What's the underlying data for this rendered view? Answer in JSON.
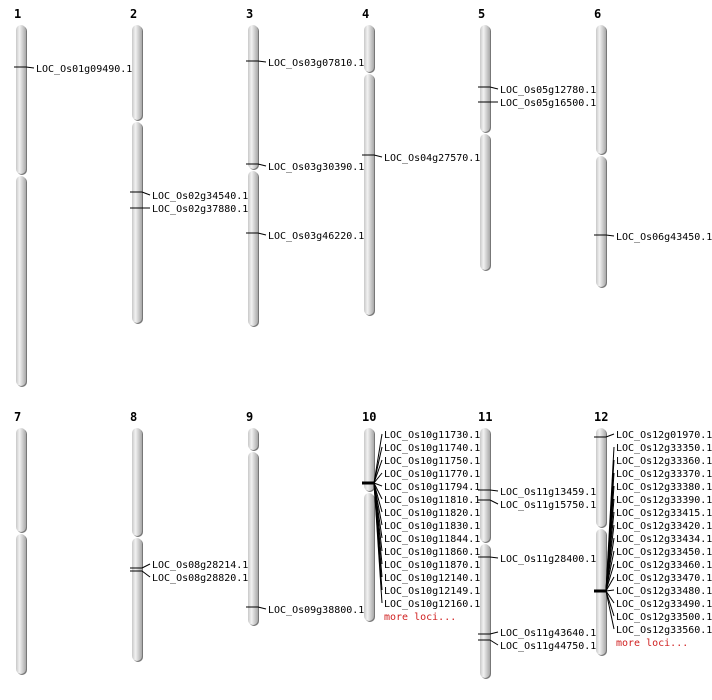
{
  "colors": {
    "chromosome_light": "#f0f0f0",
    "chromosome_dark": "#b8b8b8",
    "marker": "#000000",
    "more_link": "#d02020"
  },
  "more_label": "more loci...",
  "chromosomes": [
    {
      "name": "1",
      "loci": [
        "LOC_Os01g09490.1"
      ]
    },
    {
      "name": "2",
      "loci": [
        "LOC_Os02g34540.1",
        "LOC_Os02g37880.1"
      ]
    },
    {
      "name": "3",
      "loci": [
        "LOC_Os03g07810.1",
        "LOC_Os03g30390.1",
        "LOC_Os03g46220.1"
      ]
    },
    {
      "name": "4",
      "loci": [
        "LOC_Os04g27570.1"
      ]
    },
    {
      "name": "5",
      "loci": [
        "LOC_Os05g12780.1",
        "LOC_Os05g16500.1"
      ]
    },
    {
      "name": "6",
      "loci": [
        "LOC_Os06g43450.1"
      ]
    },
    {
      "name": "7",
      "loci": []
    },
    {
      "name": "8",
      "loci": [
        "LOC_Os08g28214.1",
        "LOC_Os08g28820.1"
      ]
    },
    {
      "name": "9",
      "loci": [
        "LOC_Os09g38800.1"
      ]
    },
    {
      "name": "10",
      "more": true,
      "loci": [
        "LOC_Os10g11730.1",
        "LOC_Os10g11740.1",
        "LOC_Os10g11750.1",
        "LOC_Os10g11770.1",
        "LOC_Os10g11794.1",
        "LOC_Os10g11810.1",
        "LOC_Os10g11820.1",
        "LOC_Os10g11830.1",
        "LOC_Os10g11844.1",
        "LOC_Os10g11860.1",
        "LOC_Os10g11870.1",
        "LOC_Os10g12140.1",
        "LOC_Os10g12149.1",
        "LOC_Os10g12160.1"
      ]
    },
    {
      "name": "11",
      "loci": [
        "LOC_Os11g13459.1",
        "LOC_Os11g15750.1",
        "LOC_Os11g28400.1",
        "LOC_Os11g43640.1",
        "LOC_Os11g44750.1"
      ]
    },
    {
      "name": "12",
      "more": true,
      "loci": [
        "LOC_Os12g01970.1",
        "LOC_Os12g33350.1",
        "LOC_Os12g33360.1",
        "LOC_Os12g33370.1",
        "LOC_Os12g33380.1",
        "LOC_Os12g33390.1",
        "LOC_Os12g33415.1",
        "LOC_Os12g33420.1",
        "LOC_Os12g33434.1",
        "LOC_Os12g33450.1",
        "LOC_Os12g33460.1",
        "LOC_Os12g33470.1",
        "LOC_Os12g33480.1",
        "LOC_Os12g33490.1",
        "LOC_Os12g33500.1",
        "LOC_Os12g33560.1"
      ]
    }
  ]
}
